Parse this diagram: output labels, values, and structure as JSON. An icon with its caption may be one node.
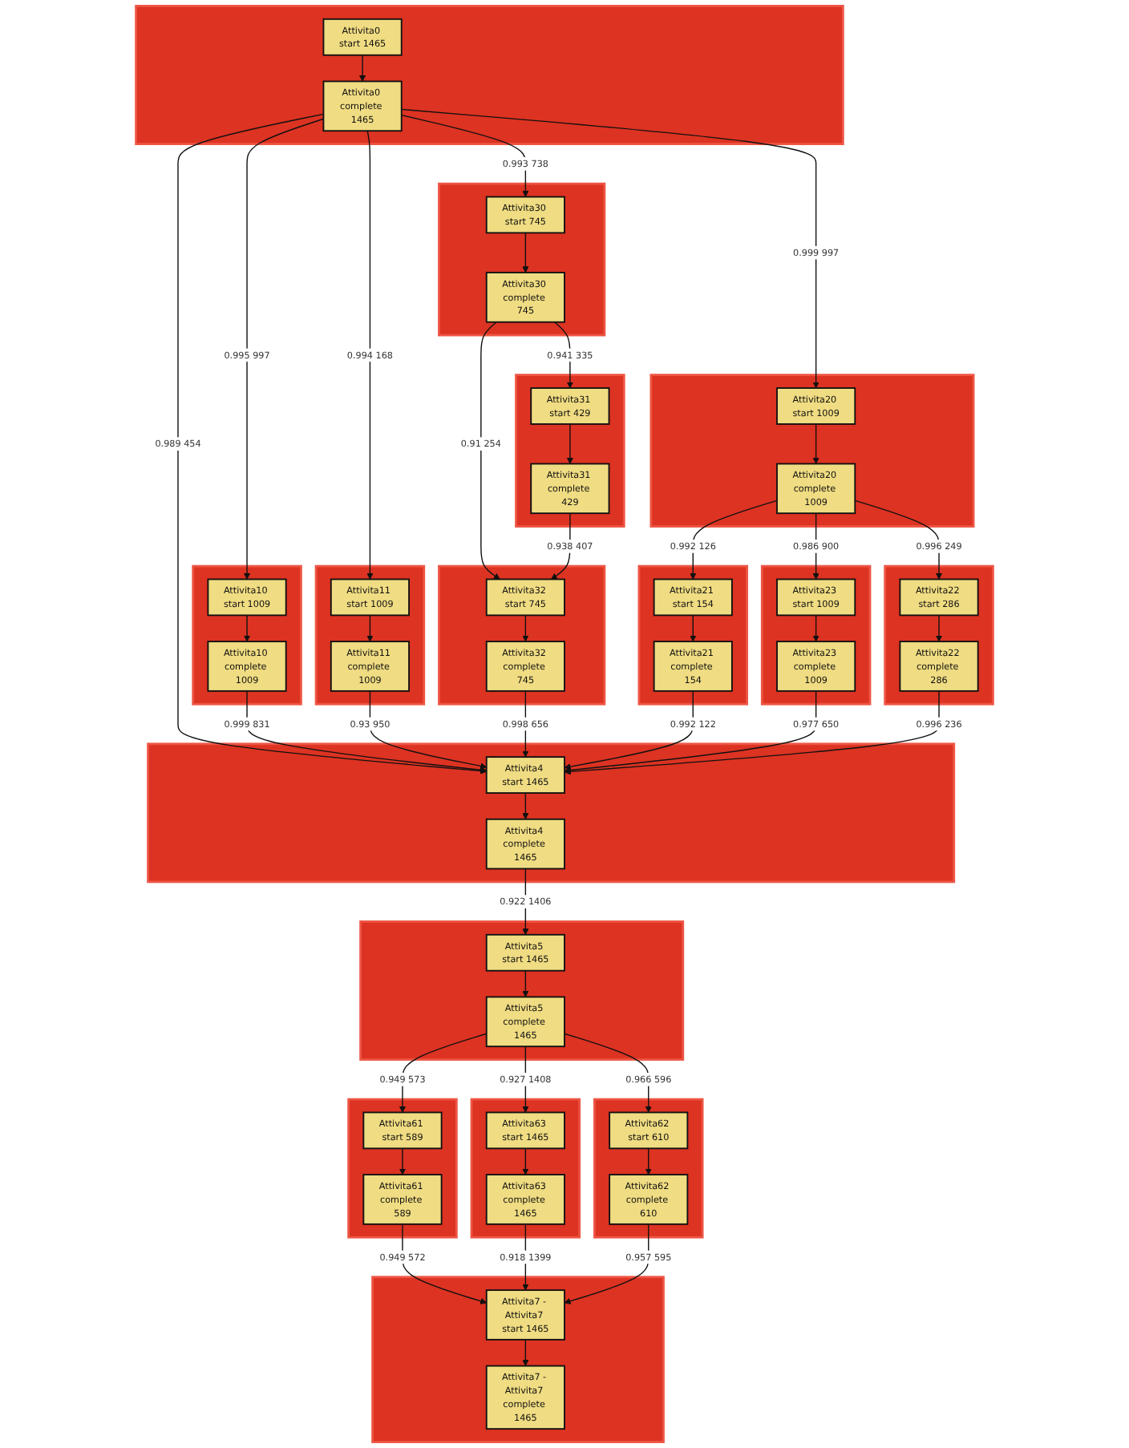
{
  "diagram": {
    "nodes": [
      {
        "text": [],
        "shape": "box"
      },
      {
        "text": [
          "Attivita0 start 1465"
        ],
        "in": 0
      },
      {
        "text": [
          "Attivita0 complete 1465"
        ],
        "in": 0
      },
      {
        "text": [],
        "shape": "box"
      },
      {
        "text": [
          "Attivita10 start 1009"
        ],
        "in": 3
      },
      {
        "text": [
          "Attivita10 complete 1009"
        ],
        "in": 3
      },
      {
        "text": [],
        "shape": "box"
      },
      {
        "text": [
          "Attivita11 start 1009"
        ],
        "in": 6
      },
      {
        "text": [
          "Attivita11 complete 1009"
        ],
        "in": 6
      },
      {
        "text": [],
        "shape": "box"
      },
      {
        "text": [
          "Attivita30 start 745"
        ],
        "in": 9
      },
      {
        "text": [
          "Attivita30 complete 745"
        ],
        "in": 9
      },
      {
        "text": [],
        "shape": "box"
      },
      {
        "text": [
          "Attivita5 start 1465"
        ],
        "in": 12
      },
      {
        "text": [
          "Attivita5 complete 1465"
        ],
        "in": 12
      },
      {
        "text": [],
        "shape": "box"
      },
      {
        "text": [
          "Attivita61 start 589"
        ],
        "in": 15
      },
      {
        "text": [
          "Attivita61 complete 589"
        ],
        "in": 15
      },
      {
        "text": [],
        "shape": "box"
      },
      {
        "text": [
          "Attivita63 start 1465"
        ],
        "in": 18
      },
      {
        "text": [
          "Attivita63 complete 1465"
        ],
        "in": 18
      },
      {
        "text": [],
        "shape": "box"
      },
      {
        "text": [
          "Attivita62 start 610"
        ],
        "in": 21
      },
      {
        "text": [
          "Attivita62 complete 610"
        ],
        "in": 21
      },
      {
        "text": [],
        "shape": "box"
      },
      {
        "text": [
          "Attivita31 start 429"
        ],
        "in": 24
      },
      {
        "text": [
          "Attivita31 complete 429"
        ],
        "in": 24
      },
      {
        "text": [],
        "shape": "box"
      },
      {
        "text": [
          "Attivita20 start 1009"
        ],
        "in": 27
      },
      {
        "text": [
          "Attivita20 complete 1009"
        ],
        "in": 27
      },
      {
        "text": [],
        "shape": "box"
      },
      {
        "text": [
          "Attivita7 - Attivita7 start 1465"
        ],
        "in": 30
      },
      {
        "text": [
          "Attivita7 - Attivita7 complete 1465"
        ],
        "in": 30
      },
      {
        "text": [],
        "shape": "box"
      },
      {
        "text": [
          "Attivita32 start 745"
        ],
        "in": 33
      },
      {
        "text": [
          "Attivita32 complete 745"
        ],
        "in": 33
      },
      {
        "text": [],
        "shape": "box"
      },
      {
        "text": [
          "Attivita21 start 154"
        ],
        "in": 36
      },
      {
        "text": [
          "Attivita21 complete 154"
        ],
        "in": 36
      },
      {
        "text": [],
        "shape": "box"
      },
      {
        "text": [
          "Attivita23 start 1009"
        ],
        "in": 39
      },
      {
        "text": [
          "Attivita23 complete 1009"
        ],
        "in": 39
      },
      {
        "text": [],
        "shape": "box"
      },
      {
        "text": [
          "Attivita22 start 286"
        ],
        "in": 42
      },
      {
        "text": [
          "Attivita22 complete 286"
        ],
        "in": 42
      },
      {
        "text": [],
        "shape": "box"
      },
      {
        "text": [
          "Attivita4 start 1465"
        ],
        "in": 45
      },
      {
        "text": [
          "Attivita4 complete 1465"
        ],
        "in": 45
      }
    ],
    "edges": [
      {
        "from": 1,
        "to": 2,
        "arrow": "to"
      },
      {
        "from": 2,
        "to": 4,
        "arrow": "to",
        "label": "0.995 997"
      },
      {
        "from": 2,
        "to": 7,
        "arrow": "to",
        "label": "0.994 168"
      },
      {
        "from": 2,
        "to": 10,
        "arrow": "to",
        "label": "0.993 738"
      },
      {
        "from": 2,
        "to": 28,
        "arrow": "to",
        "label": "0.999 997"
      },
      {
        "from": 2,
        "to": 46,
        "arrow": "to",
        "label": "0.989 454"
      },
      {
        "from": 4,
        "to": 5,
        "arrow": "to"
      },
      {
        "from": 7,
        "to": 8,
        "arrow": "to"
      },
      {
        "from": 10,
        "to": 11,
        "arrow": "to"
      },
      {
        "from": 5,
        "to": 46,
        "arrow": "to",
        "label": "0.999 831"
      },
      {
        "from": 8,
        "to": 46,
        "arrow": "to",
        "label": "0.93 950"
      },
      {
        "from": 11,
        "to": 25,
        "arrow": "to",
        "label": "0.941 335"
      },
      {
        "from": 11,
        "to": 34,
        "arrow": "to",
        "label": "0.91 254"
      },
      {
        "from": 25,
        "to": 26,
        "arrow": "to"
      },
      {
        "from": 26,
        "to": 34,
        "arrow": "to",
        "label": "0.938 407"
      },
      {
        "from": 28,
        "to": 29,
        "arrow": "to"
      },
      {
        "from": 29,
        "to": 37,
        "arrow": "to",
        "label": "0.992 126"
      },
      {
        "from": 29,
        "to": 40,
        "arrow": "to",
        "label": "0.986 900"
      },
      {
        "from": 29,
        "to": 43,
        "arrow": "to",
        "label": "0.996 249"
      },
      {
        "from": 34,
        "to": 35,
        "arrow": "to"
      },
      {
        "from": 37,
        "to": 38,
        "arrow": "to"
      },
      {
        "from": 40,
        "to": 41,
        "arrow": "to"
      },
      {
        "from": 43,
        "to": 44,
        "arrow": "to"
      },
      {
        "from": 35,
        "to": 46,
        "arrow": "to",
        "label": "0.998 656"
      },
      {
        "from": 38,
        "to": 46,
        "arrow": "to",
        "label": "0.992 122"
      },
      {
        "from": 41,
        "to": 46,
        "arrow": "to",
        "label": "0.977 650"
      },
      {
        "from": 44,
        "to": 46,
        "arrow": "to",
        "label": "0.996 236"
      },
      {
        "from": 46,
        "to": 47,
        "arrow": "to"
      },
      {
        "from": 47,
        "to": 13,
        "arrow": "to",
        "label": "0.922 1406"
      },
      {
        "from": 13,
        "to": 14,
        "arrow": "to"
      },
      {
        "from": 14,
        "to": 16,
        "arrow": "to",
        "label": "0.949 573"
      },
      {
        "from": 14,
        "to": 19,
        "arrow": "to",
        "label": "0.927 1408"
      },
      {
        "from": 14,
        "to": 22,
        "arrow": "to",
        "label": "0.966 596"
      },
      {
        "from": 16,
        "to": 17,
        "arrow": "to"
      },
      {
        "from": 19,
        "to": 20,
        "arrow": "to"
      },
      {
        "from": 22,
        "to": 23,
        "arrow": "to"
      },
      {
        "from": 17,
        "to": 31,
        "arrow": "to",
        "label": "0.949 572"
      },
      {
        "from": 20,
        "to": 31,
        "arrow": "to",
        "label": "0.918 1399"
      },
      {
        "from": 23,
        "to": 31,
        "arrow": "to",
        "label": "0.957 595"
      },
      {
        "from": 31,
        "to": 32,
        "arrow": "to"
      }
    ]
  }
}
